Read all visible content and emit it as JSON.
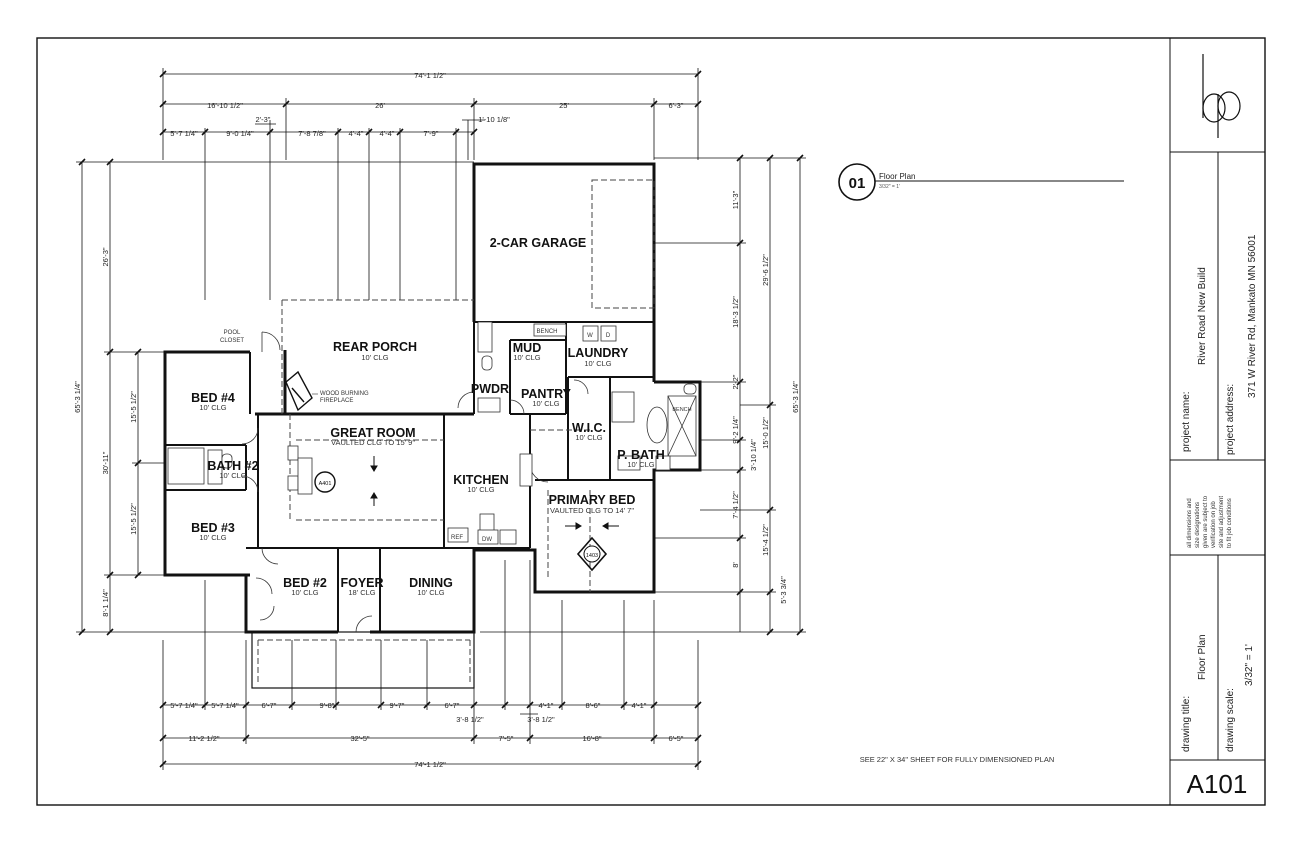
{
  "rooms": {
    "garage": "2-CAR GARAGE",
    "rear_porch": "REAR PORCH",
    "rear_porch_clg": "10' CLG",
    "mud": "MUD",
    "mud_clg": "10' CLG",
    "laundry": "LAUNDRY",
    "laundry_clg": "10' CLG",
    "pwdr": "PWDR",
    "pantry": "PANTRY",
    "pantry_clg": "10' CLG",
    "wic": "W.I.C.",
    "wic_clg": "10' CLG",
    "pbath": "P. BATH",
    "pbath_clg": "10' CLG",
    "great_room": "GREAT ROOM",
    "great_room_clg": "VAULTED CLG TO 15' 9\"",
    "kitchen": "KITCHEN",
    "kitchen_clg": "10' CLG",
    "primary_bed": "PRIMARY BED",
    "primary_bed_clg": "VAULTED CLG TO 14' 7\"",
    "bed4": "BED #4",
    "bed4_clg": "10' CLG",
    "bath2": "BATH #2",
    "bath2_clg": "10' CLG",
    "bed3": "BED #3",
    "bed3_clg": "10' CLG",
    "bed2": "BED #2",
    "bed2_clg": "10' CLG",
    "foyer": "FOYER",
    "foyer_clg": "18' CLG",
    "dining": "DINING",
    "dining_clg": "10' CLG"
  },
  "fixtures": {
    "bench": "BENCH",
    "washer": "W",
    "dryer": "D",
    "ref": "REF",
    "dw": "DW",
    "pool_closet_1": "POOL",
    "pool_closet_2": "CLOSET",
    "fireplace_1": "WOOD BURNING",
    "fireplace_2": "FIREPLACE",
    "tag_a401": "A401",
    "tag_1403": "1403"
  },
  "dimensions": {
    "top_overall": "74'-1 1/2\"",
    "top_a": "16'-10 1/2\"",
    "top_b": "26'",
    "top_c": "25'",
    "top_d": "6'-3\"",
    "top_e": "2'-3\"",
    "top_f": "1'-10 1/8\"",
    "top_g1": "5'-7 1/4\"",
    "top_g2": "9'-0 1/4\"",
    "top_g3": "7'-8 7/8\"",
    "top_g4": "4'-4\"",
    "top_g5": "4'-4\"",
    "top_g6": "7'-9\"",
    "left_overall": "65'-3 1/4\"",
    "left_a": "26'-3\"",
    "left_b": "30'-11\"",
    "left_c": "8'-1 1/4\"",
    "left_d": "15'-5 1/2\"",
    "left_e": "15'-5 1/2\"",
    "right_overall": "65'-3 1/4\"",
    "right_a": "29'-6 1/2\"",
    "right_b": "15'-0 1/2\"",
    "right_c": "15'-4 1/2\"",
    "right_d": "5'-3 3/4\"",
    "right_e": "11'-3\"",
    "right_f": "18'-3 1/2\"",
    "right_g": "2'-2\"",
    "right_h": "9'-2 1/4\"",
    "right_i": "3'-10 1/4\"",
    "right_j": "7'-4 1/2\"",
    "right_k": "8'",
    "bot_a1": "5'-7 1/4\"",
    "bot_a2": "5'-7 1/4\"",
    "bot_a3": "6'-7\"",
    "bot_a4": "9'-8\"",
    "bot_a5": "9'-7\"",
    "bot_a6": "6'-7\"",
    "bot_a7": "4'-1\"",
    "bot_a8": "8'-6\"",
    "bot_a9": "4'-1\"",
    "bot_b1": "3'-8 1/2\"",
    "bot_b2": "3'-8 1/2\"",
    "bot_c1": "11'-2 1/2\"",
    "bot_c2": "32'-5\"",
    "bot_c3": "7'-5\"",
    "bot_c4": "16'-8\"",
    "bot_c5": "6'-5\"",
    "bot_overall": "74'-1 1/2\""
  },
  "drawing_tag": {
    "number": "01",
    "title": "Floor Plan",
    "scale": "3/32\" = 1'"
  },
  "footnote": "SEE 22\" X 34\" SHEET FOR FULLY DIMENSIONED PLAN",
  "title_block": {
    "logo": "bp",
    "project_name_label": "project name:",
    "project_name": "River Road New Build",
    "project_address_label": "project address:",
    "project_address": "371 W River Rd, Mankato MN 56001",
    "disclaimer": [
      "all dimensions and",
      "size designations",
      "given are subject to",
      "verification on job",
      "site and adjustment",
      "to fit job conditions"
    ],
    "drawing_title_label": "drawing title:",
    "drawing_title": "Floor Plan",
    "drawing_scale_label": "drawing scale:",
    "drawing_scale": "3/32\" = 1'",
    "sheet_number": "A101"
  }
}
